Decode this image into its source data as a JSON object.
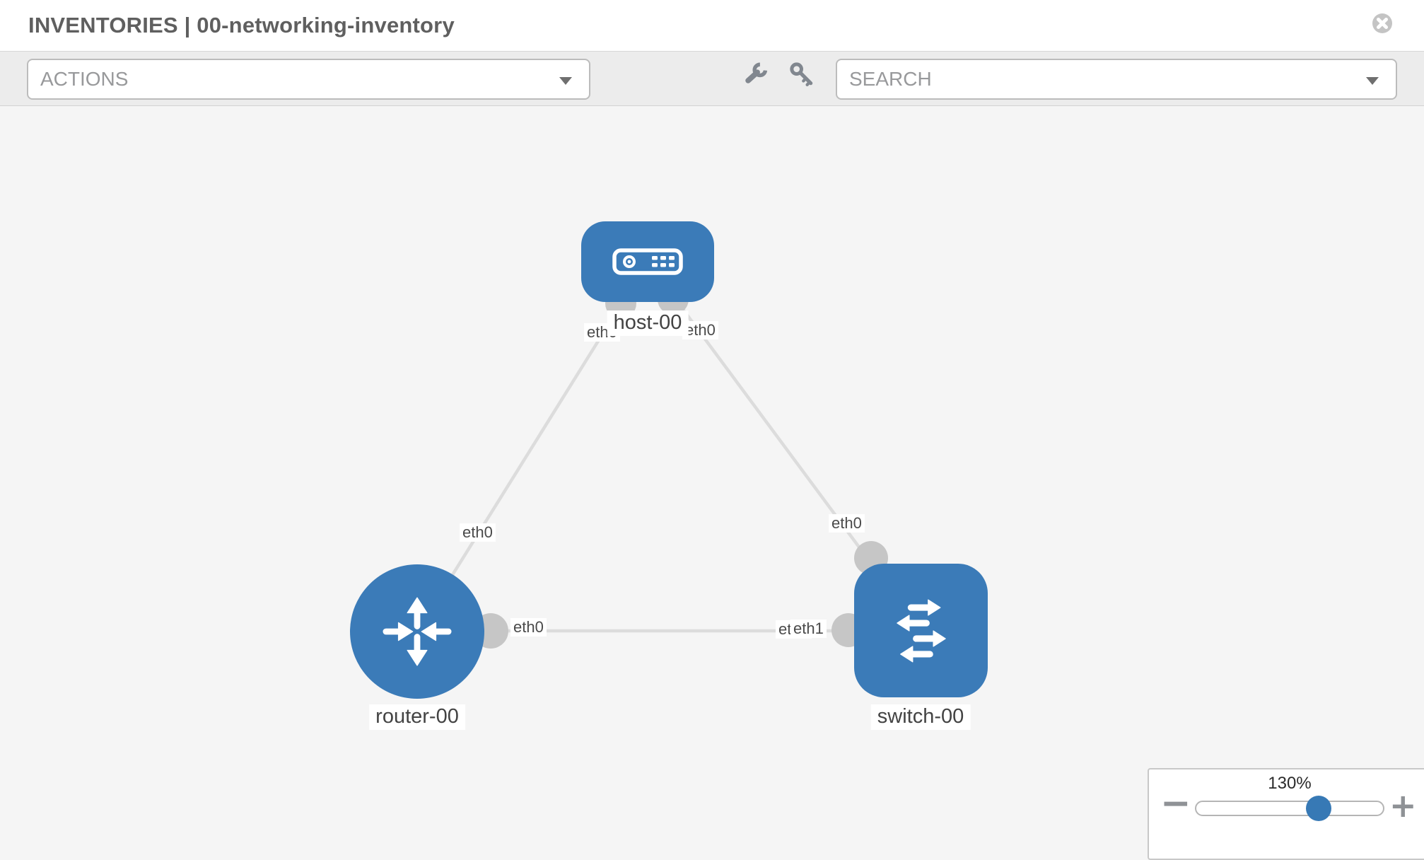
{
  "header": {
    "title": "INVENTORIES | 00-networking-inventory"
  },
  "toolbar": {
    "actions_label": "ACTIONS",
    "search_label": "SEARCH"
  },
  "topology": {
    "nodes": [
      {
        "id": "host-00",
        "type": "host",
        "label": "host-00"
      },
      {
        "id": "router-00",
        "type": "router",
        "label": "router-00"
      },
      {
        "id": "switch-00",
        "type": "switch",
        "label": "switch-00"
      }
    ],
    "links": [
      {
        "from": "host-00",
        "to": "router-00",
        "from_iface": "eth0",
        "to_iface": "eth0"
      },
      {
        "from": "host-00",
        "to": "switch-00",
        "from_iface": "eth0",
        "to_iface": "eth0"
      },
      {
        "from": "router-00",
        "to": "switch-00",
        "from_iface": "eth0",
        "to_iface": "eth1",
        "to_iface_overlapped": "eth0"
      }
    ]
  },
  "zoom": {
    "level": "130%",
    "minus_label": "−",
    "plus_label": "+"
  },
  "colors": {
    "node_blue": "#3b7bb8",
    "link_gray": "#dcdcdc",
    "dot_gray": "#c6c6c6",
    "icon_gray": "#81878f",
    "accent_blue": "#3779b5"
  }
}
